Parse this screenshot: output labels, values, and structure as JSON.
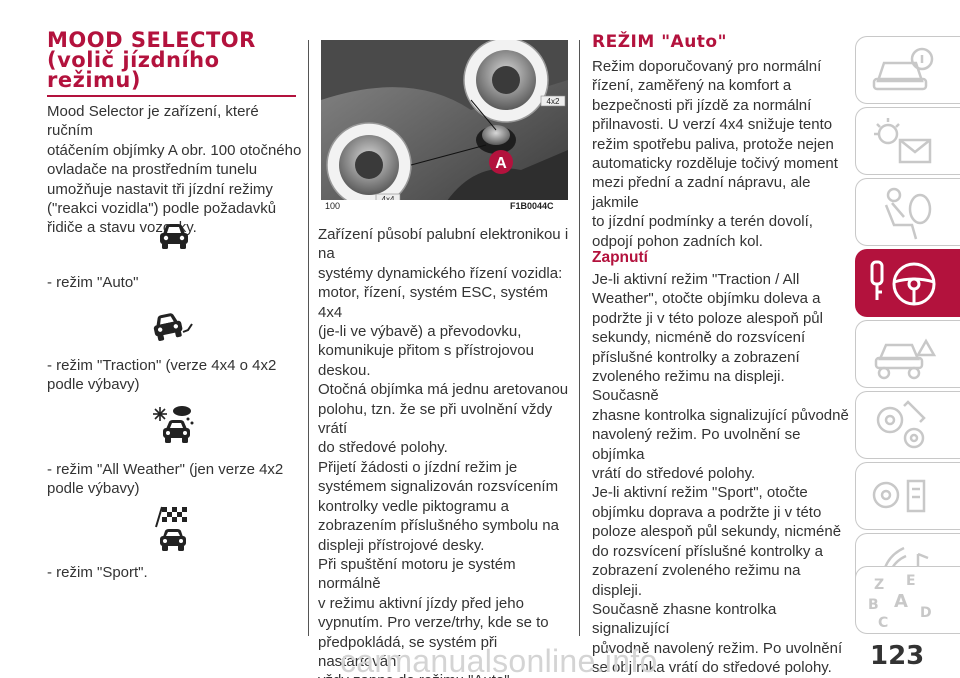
{
  "left": {
    "title": "MOOD SELECTOR\n(volič jízdního\nrežimu)",
    "intro": "Mood Selector je zařízení, které ručním\notáčením objímky A obr. 100 otočného\novladače na prostředním tunelu\numožňuje nastavit tři jízdní režimy\n(\"reakci vozidla\") podle požadavků\nřidiče a stavu vozovky.",
    "modes": [
      {
        "label": "- režim \"Auto\"",
        "icon": "car-icon"
      },
      {
        "label": "- režim \"Traction\" (verze 4x4 o 4x2\npodle výbavy)",
        "icon": "traction-car-icon"
      },
      {
        "label": "- režim \"All Weather\" (jen verze 4x2\npodle výbavy)",
        "icon": "all-weather-car-icon"
      },
      {
        "label": "- režim \"Sport\".",
        "icon": "sport-flag-car-icon"
      }
    ]
  },
  "figure": {
    "number": "100",
    "code": "F1B0044C",
    "callout": "A",
    "badge_top": "4x2",
    "badge_bottom": "4x4"
  },
  "middle": {
    "body": "Zařízení působí palubní elektronikou i na\nsystémy dynamického řízení vozidla:\nmotor, řízení, systém ESC, systém 4x4\n(je-li ve výbavě) a převodovku,\nkomunikuje přitom s přístrojovou\ndeskou.\nOtočná objímka má jednu aretovanou\npolohu, tzn. že se při uvolnění vždy vrátí\ndo středové polohy.\nPřijetí žádosti o jízdní režim je\nsystémem signalizován rozsvícením\nkontrolky vedle piktogramu a\nzobrazením příslušného symbolu na\ndispleji přístrojové desky.\nPři spuštění motoru je systém normálně\nv režimu aktivní jízdy před jeho\nvypnutím. Pro verze/trhy, kde se to\npředpokládá, se systém při nastartování\nvždy zapne do režimu \"Auto\"."
  },
  "right": {
    "title": "REŽIM \"Auto\"",
    "intro": "Režim doporučovaný pro normální\nřízení, zaměřený na komfort a\nbezpečnosti při jízdě za normální\npřilnavosti. U verzí 4x4 snižuje tento\nrežim spotřebu paliva, protože nejen\nautomaticky rozděluje točivý moment\nmezi přední a zadní nápravu, ale jakmile\nto jízdní podmínky a terén dovolí,\nodpojí pohon zadních kol.",
    "subtitle": "Zapnutí",
    "body": "Je-li aktivní režim \"Traction / All\nWeather\", otočte objímku doleva a\npodržte ji v této poloze alespoň půl\nsekundy, nicméně do rozsvícení\npříslušné kontrolky a zobrazení\nzvoleného režimu na displeji. Současně\nzhasne kontrolka signalizující původně\nnavolený režim. Po uvolnění se objímka\nvrátí do středové polohy.\nJe-li aktivní režim \"Sport\", otočte\nobjímku doprava a podržte ji v této\npoloze alespoň půl sekundy, nicméně\ndo rozsvícení příslušné kontrolky a\nzobrazení zvoleného režimu na displeji.\nSoučasně zhasne kontrolka signalizující\npůvodně navolený režim. Po uvolnění\nse objímka vrátí do středové polohy."
  },
  "sidebar_tabs": [
    {
      "icon": "car-info-icon",
      "active": false
    },
    {
      "icon": "warning-lights-envelope-icon",
      "active": false
    },
    {
      "icon": "seat-airbag-icon",
      "active": false
    },
    {
      "icon": "key-steering-wheel-icon",
      "active": true
    },
    {
      "icon": "emergency-car-icon",
      "active": false
    },
    {
      "icon": "maintenance-gears-icon",
      "active": false
    },
    {
      "icon": "technical-data-icon",
      "active": false
    },
    {
      "icon": "multimedia-note-icon",
      "active": false
    },
    {
      "icon": "alphabetical-index-icon",
      "active": false
    }
  ],
  "page_number": "123",
  "watermark": "carmanualsonline.info",
  "colors": {
    "accent": "#b3123d",
    "text": "#333333",
    "tab_border": "#c8c8c8"
  }
}
